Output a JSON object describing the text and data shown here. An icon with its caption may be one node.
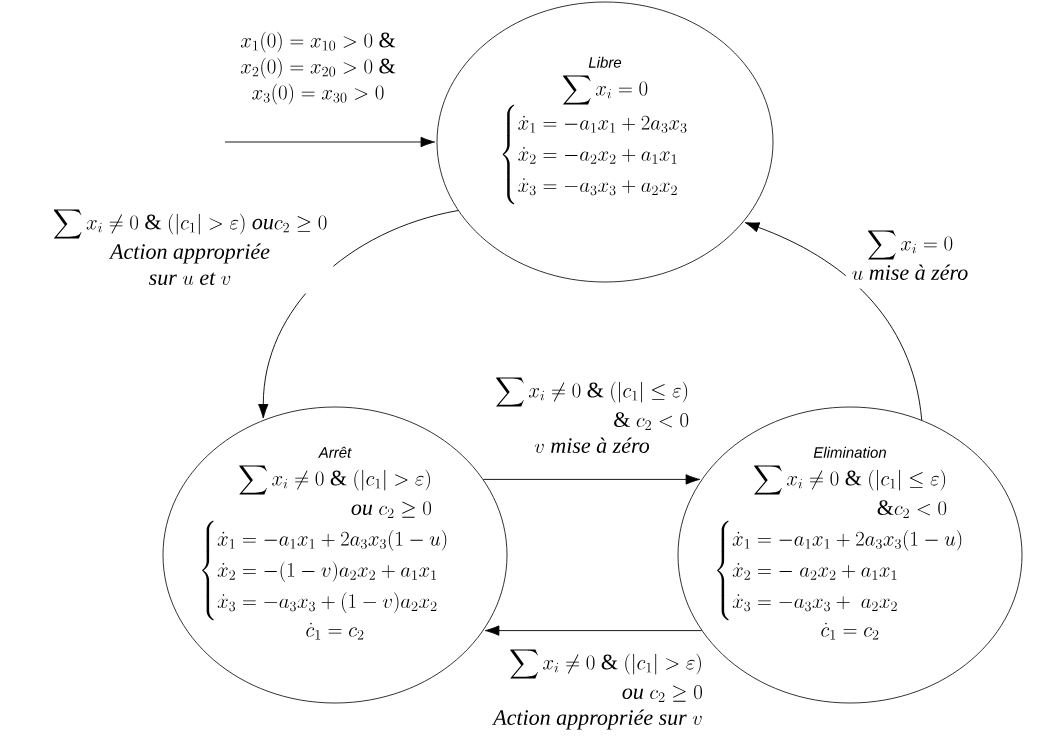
{
  "diagram": {
    "nodes": [
      {
        "text": [
          "Libre",
          "\\sum x_i = 0",
          "\\begin{cases}\\dot x_1 = -a_1x_1+2a_3x_3\\\\ \\dot x_2 = -a_2x_2+a_1x_1\\\\ \\dot x_3=-a_3x_3+a_2x_2\\end{cases}"
        ]
      },
      {
        "text": [
          "Arrêt",
          "\\begin{array}{r}\\displaystyle\\sum x_i \\neq 0\\ \\&\\ (|c_1| > \\varepsilon)\\\\ \\mathit{ou}\\ c_2 \\geq 0\\end{array}",
          "\\begin{cases}\\dot x_1 = -a_1x_1+2a_3x_3(1-u)\\\\ \\dot x_2 = -(1-v)a_2x_2+a_1x_1\\\\ \\dot x_3=-a_3x_3+(1-v)a_2x_2\\end{cases}",
          "\\dot c_1 = c_2"
        ]
      },
      {
        "text": [
          "Elimination",
          "\\begin{array}{r}\\displaystyle\\sum x_i \\neq 0\\ \\&\\ (|c_1| \\leq \\varepsilon)\\\\ \\&c_2 < 0\\end{array}",
          "\\begin{cases}\\dot x_1 = -a_1x_1+2a_3x_3(1-u)\\\\ \\dot x_2 = -\\ a_2x_2+a_1x_1\\\\ \\dot x_3=-a_3x_3+\\ a_2x_2\\end{cases}",
          "\\dot c_1 = c_2"
        ]
      }
    ],
    "edges": [
      {
        "from": null,
        "to": 0,
        "arrow": "to",
        "label": "\\begin{array}{c}x_1(0) = x_{10} > 0\\ \\&\\\\ x_2(0) = x_{20} > 0\\ \\&\\\\ x_3(0) = x_{30} > 0\\end{array}"
      },
      {
        "from": 0,
        "to": 1,
        "arrow": "to",
        "label": "\\begin{array}{c}\\displaystyle\\sum x_i \\neq 0\\ \\&\\ (|c_1| > \\varepsilon)\\ \\mathit{ou} c_2 \\geq 0\\\\ \\textit{Action appropriée}\\\\ \\textit{sur } u \\textit{ et } v\\end{array}"
      },
      {
        "from": 1,
        "to": 2,
        "arrow": "to",
        "label": "\\begin{array}{r}\\displaystyle\\sum x_i \\neq 0\\ \\&\\ (|c_1| \\leq \\varepsilon)\\\\ \\&\\ c_2 < 0\\\\ \\multicolumn{1}{c}{v\\ \\textit{mise à zéro}}\\end{array}"
      },
      {
        "from": 2,
        "to": 1,
        "arrow": "to",
        "label": "\\begin{array}{r}\\displaystyle\\sum x_i \\neq 0\\ \\&\\ (|c_1| > \\varepsilon)\\\\ \\mathit{ou}\\ c_2 \\geq 0\\\\ \\multicolumn{1}{c}{\\textit{Action appropriée sur } v}\\end{array}"
      },
      {
        "from": 2,
        "to": 0,
        "arrow": "to",
        "label": "\\begin{array}{c}\\displaystyle\\sum x_i = 0\\\\ u\\ \\textit{mise à zéro}\\end{array}"
      }
    ]
  }
}
